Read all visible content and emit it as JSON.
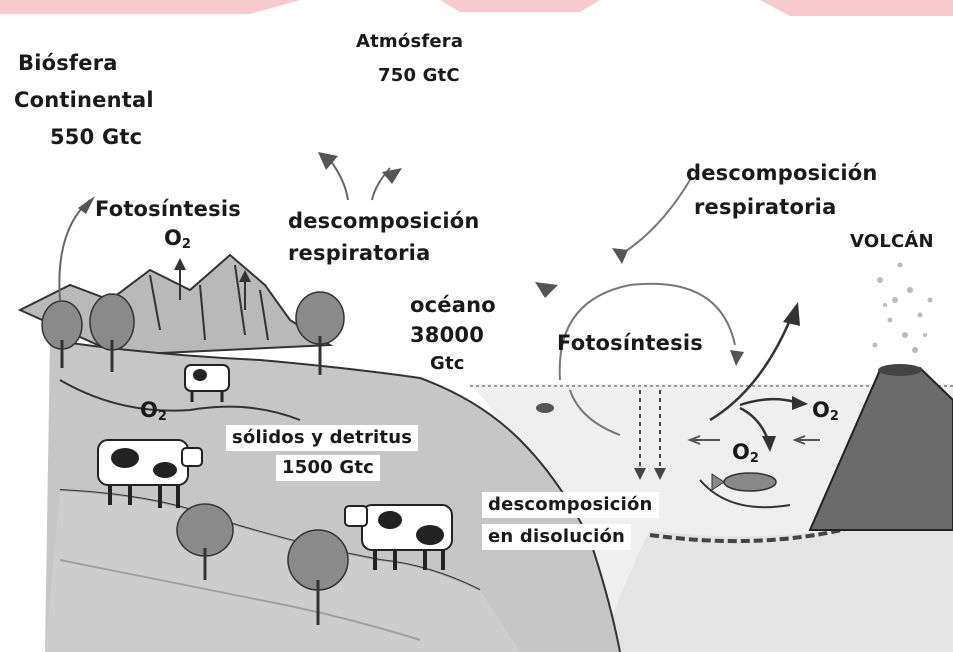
{
  "labels": {
    "biosfera_line1": "Biósfera",
    "biosfera_line2": "Continental",
    "biosfera_value": "550 Gtc",
    "atmosfera_title": "Atmósfera",
    "atmosfera_value": "750 GtC",
    "fotosintesis_land": "Fotosíntesis",
    "descomp_land_line1": "descomposición",
    "descomp_land_line2": "respiratoria",
    "descomp_ocean_line1": "descomposición",
    "descomp_ocean_line2": "respiratoria",
    "volcan": "VOLCÁN",
    "oceano_line1": "océano",
    "oceano_line2": "38000",
    "oceano_line3": "Gtc",
    "fotosintesis_ocean": "Fotosíntesis",
    "solidos_line1": "sólidos y detritus",
    "solidos_line2": "1500 Gtc",
    "disolucion_line1": "descomposición",
    "disolucion_line2": "en disolución"
  },
  "o2": {
    "symbol": "O",
    "subscript": "2"
  },
  "colors": {
    "ground": "#c4c4c4",
    "ground_dark": "#9a9a9a",
    "mountain": "#b8b8b8",
    "water": "#ededed",
    "volcano": "#6b6b6b",
    "tree": "#8a8a8a",
    "line": "#222222",
    "arrow": "#555555",
    "top_accent": "#f4a6ad"
  }
}
